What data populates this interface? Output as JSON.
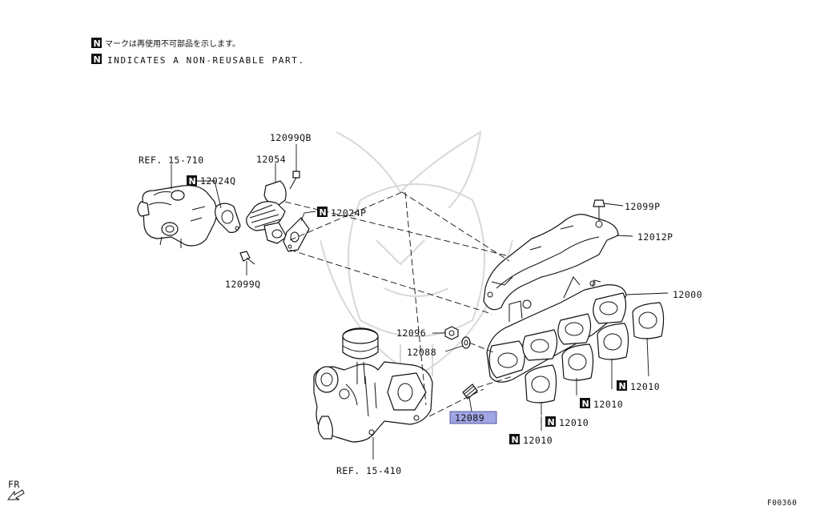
{
  "legend": {
    "badge": "N",
    "line_jp": "マークは再使用不可部品を示します。",
    "line_en": "INDICATES A NON-REUSABLE PART."
  },
  "parts": {
    "ref_15_710": "REF. 15-710",
    "p12024Q": "12024Q",
    "p12054": "12054",
    "p12099QB": "12099QB",
    "p12024P": "12024P",
    "p12099Q": "12099Q",
    "p12099P": "12099P",
    "p12012P": "12012P",
    "p12000": "12000",
    "p12096": "12096",
    "p12088": "12088",
    "p12089": "12089",
    "p12010_a": "12010",
    "p12010_b": "12010",
    "p12010_c": "12010",
    "p12010_d": "12010",
    "ref_15_410": "REF. 15-410"
  },
  "corner": {
    "fr": "FR",
    "code": "F00360"
  },
  "colors": {
    "highlight": "#9fa6e3",
    "ink": "#111111",
    "watermark": "#d8d8d8"
  }
}
